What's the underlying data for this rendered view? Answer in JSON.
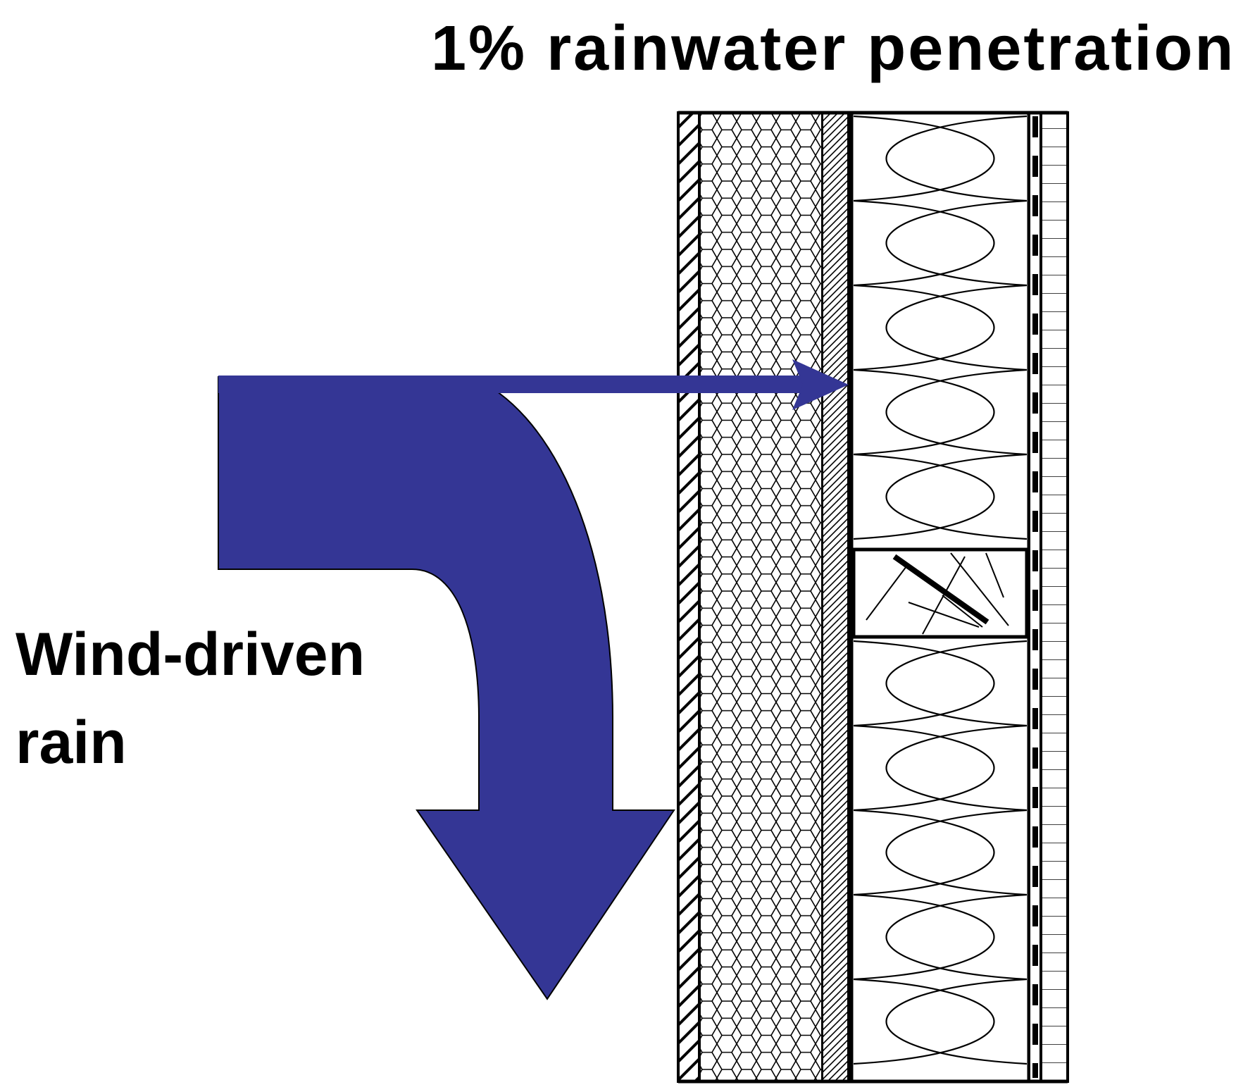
{
  "title": "1% rainwater penetration",
  "rain_label": {
    "line1": "Wind-driven",
    "line2": "rain"
  },
  "colors": {
    "arrow": "#343695",
    "stroke": "#000000",
    "background": "#ffffff"
  },
  "layers": [
    "cladding-hatched",
    "honeycomb-layer",
    "diagonal-hatched-layer",
    "insulation-layer",
    "timber-stud",
    "inner-lining"
  ]
}
